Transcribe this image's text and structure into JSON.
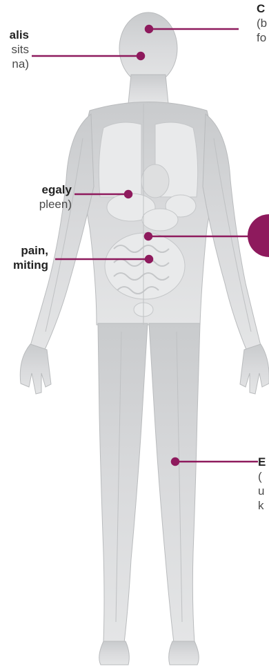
{
  "colors": {
    "accent": "#8e1a5d",
    "body_fill": "#d2d4d5",
    "body_outline": "#b9bbbd",
    "organ_fill": "#e9eaeb"
  },
  "callouts": {
    "head_right": {
      "line1": "C",
      "line2": "(b",
      "line3": "fo"
    },
    "head_left": {
      "title": "alis",
      "line2": "sits",
      "line3": "na)"
    },
    "spleen": {
      "title": "egaly",
      "line2": "pleen)"
    },
    "abdomen": {
      "title": "pain,",
      "line2": "miting"
    },
    "leg": {
      "title": "E",
      "line2": "(",
      "line3": "u",
      "line4": "k"
    }
  }
}
